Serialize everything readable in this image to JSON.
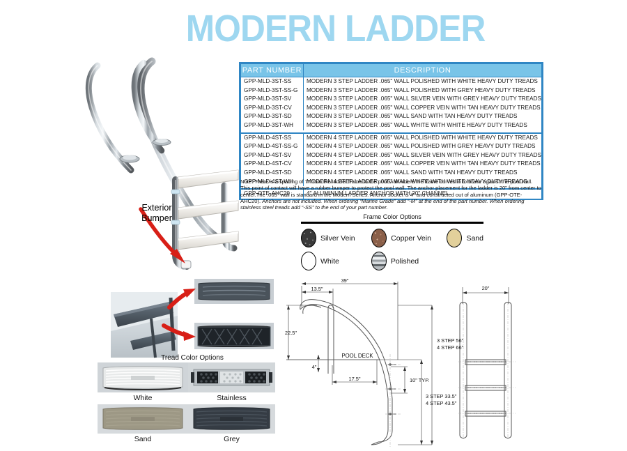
{
  "title": "MODERN LADDER",
  "colors": {
    "title_blue": "#9ED7F0",
    "table_border": "#2F86C4",
    "table_header_fill": "#79C4E8",
    "arrow_red": "#D81F17"
  },
  "table": {
    "headers": {
      "part_number": "PART NUMBER",
      "description": "DESCRIPTION"
    },
    "groups": [
      {
        "rows": [
          {
            "pn": "GPP-MLD-3ST-SS",
            "desc": "MODERN 3 STEP LADDER .065\" WALL POLISHED WITH WHITE HEAVY DUTY TREADS"
          },
          {
            "pn": "GPP-MLD-3ST-SS-G",
            "desc": "MODERN 3 STEP LADDER .065\" WALL POLISHED WITH GREY HEAVY DUTY TREADS"
          },
          {
            "pn": "GPP-MLD-3ST-SV",
            "desc": "MODERN 3 STEP LADDER .065\" WALL SILVER VEIN WITH GREY HEAVY DUTY TREADS"
          },
          {
            "pn": "GPP-MLD-3ST-CV",
            "desc": "MODERN 3 STEP LADDER .065\" WALL COPPER VEIN WITH TAN HEAVY DUTY TREADS"
          },
          {
            "pn": "GPP-MLD-3ST-SD",
            "desc": "MODERN 3 STEP LADDER .065\" WALL SAND WITH TAN HEAVY DUTY TREADS"
          },
          {
            "pn": "GPP-MLD-3ST-WH",
            "desc": "MODERN 3 STEP LADDER .065\" WALL WHITE WITH WHITE HEAVY DUTY TREADS"
          }
        ]
      },
      {
        "rows": [
          {
            "pn": "GPP-MLD-4ST-SS",
            "desc": "MODERN 4 STEP LADDER .065\" WALL POLISHED WITH WHITE HEAVY DUTY TREADS"
          },
          {
            "pn": "GPP-MLD-4ST-SS-G",
            "desc": "MODERN 4 STEP LADDER .065\" WALL POLISHED WITH GREY HEAVY DUTY TREADS"
          },
          {
            "pn": "GPP-MLD-4ST-SV",
            "desc": "MODERN 4 STEP LADDER .065\" WALL SILVER VEIN WITH GREY HEAVY DUTY TREADS"
          },
          {
            "pn": "GPP-MLD-4ST-CV",
            "desc": "MODERN 4 STEP LADDER .065\" WALL COPPER VEIN WITH TAN HEAVY DUTY TREADS"
          },
          {
            "pn": "GPP-MLD-4ST-SD",
            "desc": "MODERN 4 STEP LADDER .065\" WALL SAND WITH TAN HEAVY DUTY TREADS"
          },
          {
            "pn": "GPP-MLD-4ST-WH",
            "desc": "MODERN 4 STEP LADDER .065\" WALL WHITE WITH WHITE HEAVY DUTY TREADS"
          }
        ]
      },
      {
        "rows": [
          {
            "pn": "GPP-OTE-AHC20",
            "desc": "4\" ALUMINUM LADDER ANCHOR WITH 20\" CHANNEL"
          }
        ]
      }
    ]
  },
  "note": {
    "plain": "Note: There is a spacing of 7\" from the ladder frame to the pool wall where the frame curves in to brace against the pool wall. This point of contact will have a rubber bumper to protect the pool wall. The anchor placement for the ladder is 20\" from center to center.The .065\" wall is standard in the Modern Series. Anchor socket is 4\" and constructed out of aluminum (GPP-OTE-AHC20). ",
    "italic": "Anchors are not included. When ordering “Marine Grade” add “-M” at the end of the part number. When ordering stainless steel treads add “-SS” to the end of your part number."
  },
  "frame_color_options": {
    "title": "Frame Color Options",
    "items": [
      {
        "label": "Silver Vein",
        "swatch": "silver-vein-swatch"
      },
      {
        "label": "Copper Vein",
        "swatch": "copper-vein-swatch"
      },
      {
        "label": "Sand",
        "swatch": "sand-swatch"
      },
      {
        "label": "White",
        "swatch": "white-swatch"
      },
      {
        "label": "Polished",
        "swatch": "polished-swatch"
      }
    ]
  },
  "callouts": {
    "exterior_bumper": "Exterior\nBumper",
    "exterior_bumper_line1": "Exterior",
    "exterior_bumper_line2": "Bumper"
  },
  "tread_color_options": {
    "title": "Tread Color Options",
    "items": [
      {
        "label": "White"
      },
      {
        "label": "Stainless"
      },
      {
        "label": "Sand"
      },
      {
        "label": "Grey"
      }
    ]
  },
  "drawing_side": {
    "dim_39": "39\"",
    "dim_13_5": "13.5\"",
    "dim_22_5": "22.5\"",
    "dim_4": "4\"",
    "dim_17_5": "17.5\"",
    "pool_deck": "POOL  DECK",
    "dim_10_typ": "10\" TYP.",
    "step_upper_1": "3 STEP 56\"",
    "step_upper_2": "4 STEP 66\"",
    "step_lower_1": "3 STEP 33.5\"",
    "step_lower_2": "4 STEP 43.5\""
  },
  "drawing_front": {
    "dim_20": "20\""
  }
}
